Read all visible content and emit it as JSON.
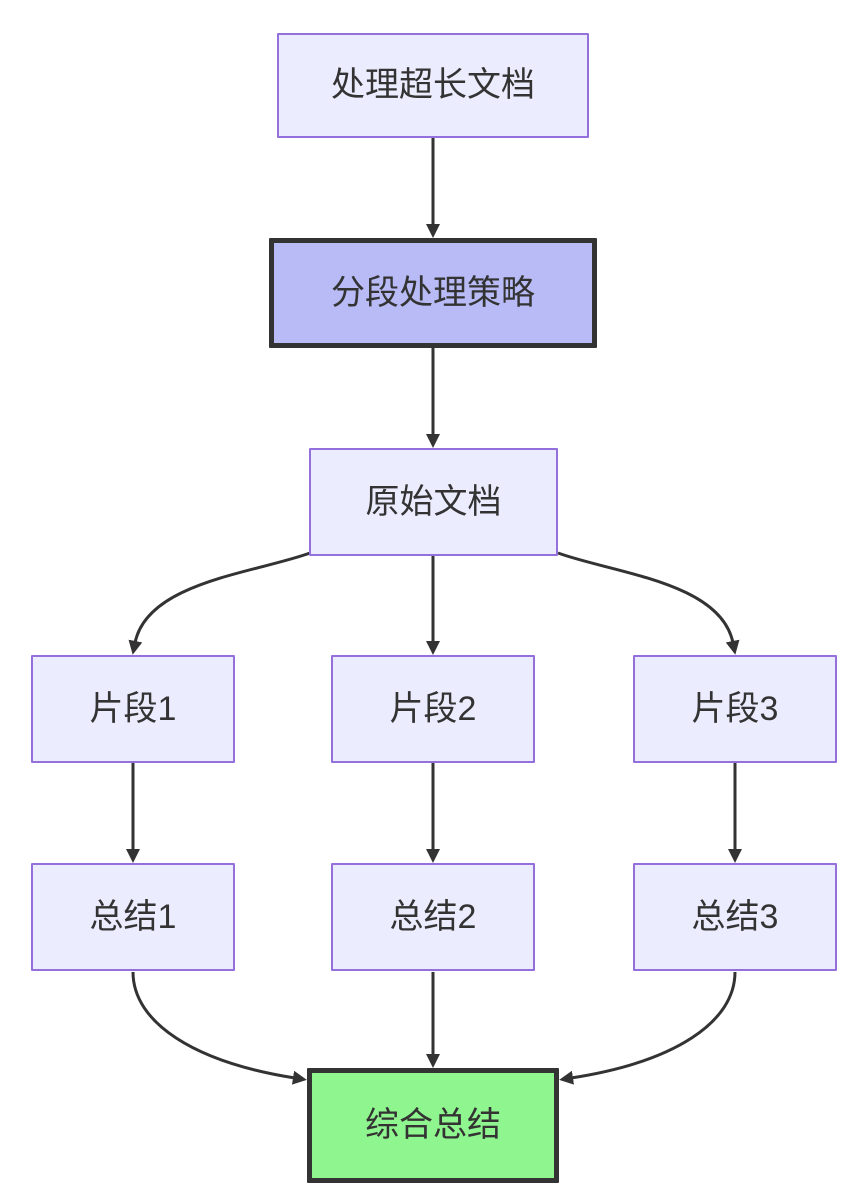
{
  "diagram": {
    "type": "flowchart-top-down",
    "nodes": [
      {
        "id": "A",
        "label": "处理超长文档",
        "style": "default"
      },
      {
        "id": "B",
        "label": "分段处理策略",
        "style": "highlight"
      },
      {
        "id": "C",
        "label": "原始文档",
        "style": "default"
      },
      {
        "id": "D1",
        "label": "片段1",
        "style": "default"
      },
      {
        "id": "D2",
        "label": "片段2",
        "style": "default"
      },
      {
        "id": "D3",
        "label": "片段3",
        "style": "default"
      },
      {
        "id": "E1",
        "label": "总结1",
        "style": "default"
      },
      {
        "id": "E2",
        "label": "总结2",
        "style": "default"
      },
      {
        "id": "E3",
        "label": "总结3",
        "style": "default"
      },
      {
        "id": "F",
        "label": "综合总结",
        "style": "success"
      }
    ],
    "edges": [
      {
        "from": "A",
        "to": "B"
      },
      {
        "from": "B",
        "to": "C"
      },
      {
        "from": "C",
        "to": "D1"
      },
      {
        "from": "C",
        "to": "D2"
      },
      {
        "from": "C",
        "to": "D3"
      },
      {
        "from": "D1",
        "to": "E1"
      },
      {
        "from": "D2",
        "to": "E2"
      },
      {
        "from": "D3",
        "to": "E3"
      },
      {
        "from": "E1",
        "to": "F"
      },
      {
        "from": "E2",
        "to": "F"
      },
      {
        "from": "E3",
        "to": "F"
      }
    ],
    "colors": {
      "node_fill": "#ECECFF",
      "node_border": "#9370DB",
      "highlight_fill": "#B8BBF6",
      "highlight_border": "#333333",
      "success_fill": "#8FF58F",
      "success_border": "#333333",
      "edge_color": "#333333",
      "text_color": "#333333",
      "background": "#FFFFFF"
    }
  }
}
